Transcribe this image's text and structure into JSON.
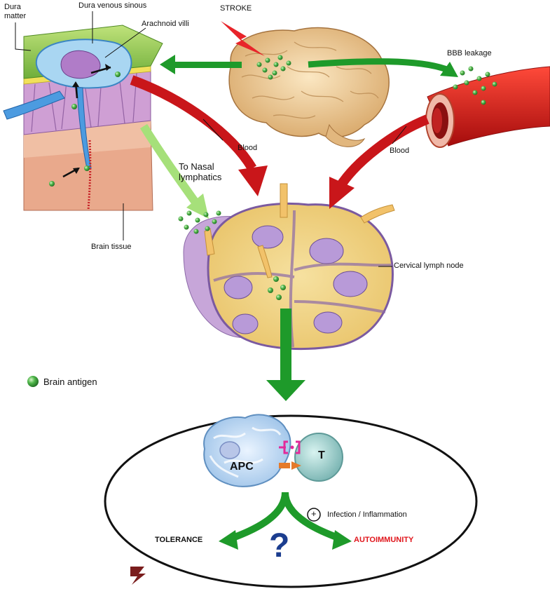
{
  "labels": {
    "dura_matter": "Dura\nmatter",
    "dura_venous_sinus": "Dura venous sinous",
    "arachnoid_villi": "Arachnoid villi",
    "stroke": "STROKE",
    "bbb_leakage": "BBB leakage",
    "blood_left": "Blood",
    "blood_right": "Blood",
    "to_nasal": "To Nasal\nlymphatics",
    "brain_tissue": "Brain tissue",
    "cervical_lymph_node": "Cervical lymph node",
    "brain_antigen": "Brain antigen",
    "apc": "APC",
    "t_cell": "T",
    "plus": "+",
    "infection": "Infection / Inflammation",
    "tolerance": "TOLERANCE",
    "autoimmunity": "AUTOIMMUNITY",
    "question": "?"
  },
  "colors": {
    "green_arrow": "#1e9a2a",
    "light_green_arrow": "#a6e07a",
    "red_arrow": "#d21a1a",
    "autoimmunity": "#e0161c",
    "question_mark": "#1b3d8f",
    "antigen": "#3fa83f",
    "lymph_purple": "#c7a6d9",
    "lymph_yellow": "#f4d47a"
  },
  "icons": {
    "stroke_bolt": "lightning-bolt-icon",
    "logo": "publisher-logo-icon"
  }
}
